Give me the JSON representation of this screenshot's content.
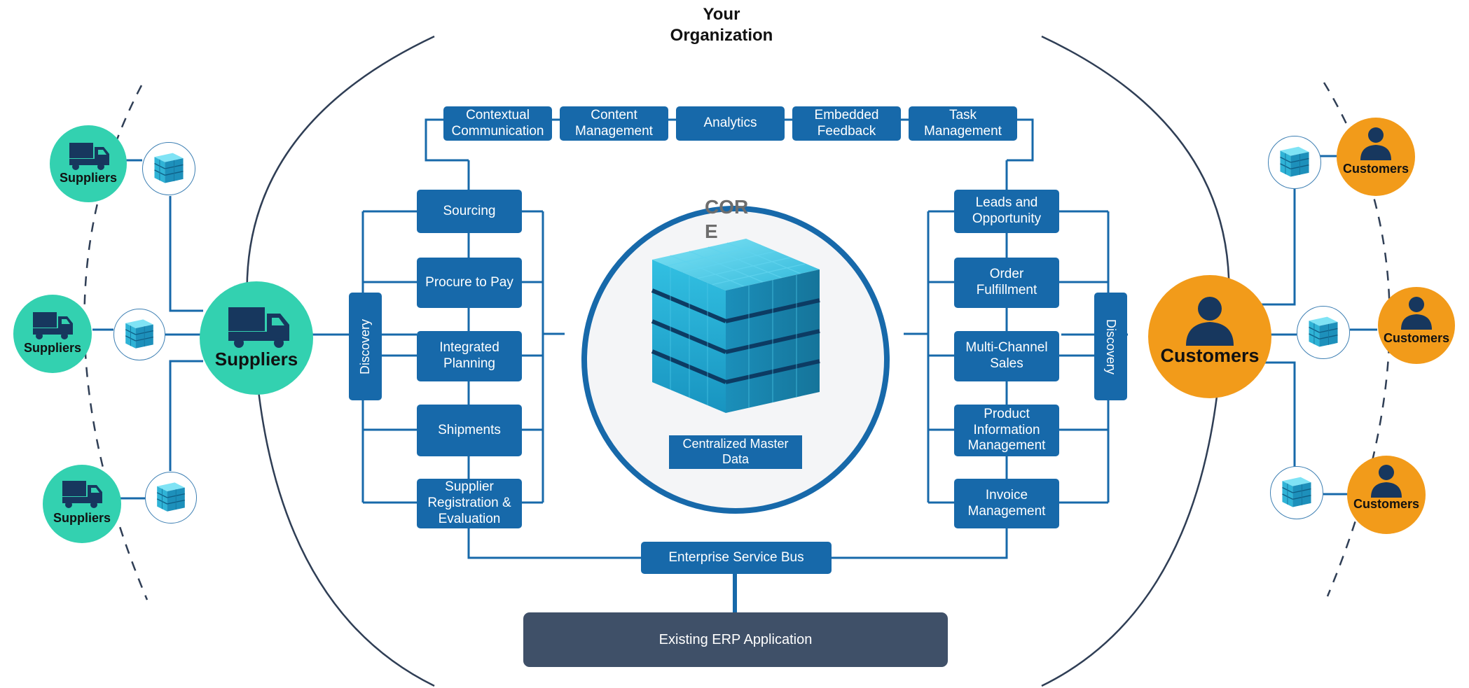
{
  "title": {
    "line1": "Your",
    "line2": "Organization"
  },
  "top_services": [
    "Contextual\nCommunication",
    "Content\nManagement",
    "Analytics",
    "Embedded\nFeedback",
    "Task\nManagement"
  ],
  "left_modules": [
    "Sourcing",
    "Procure to Pay",
    "Integrated\nPlanning",
    "Shipments",
    "Supplier\nRegistration &\nEvaluation"
  ],
  "right_modules": [
    "Leads and\nOpportunity",
    "Order\nFulfillment",
    "Multi-Channel\nSales",
    "Product\nInformation\nManagement",
    "Invoice\nManagement"
  ],
  "discovery_label": "Discovery",
  "core": {
    "label": "CORE",
    "caption": "Centralized Master\nData"
  },
  "esb_label": "Enterprise Service Bus",
  "erp_label": "Existing ERP Application",
  "suppliers": {
    "main": "Suppliers",
    "small": [
      "Suppliers",
      "Suppliers",
      "Suppliers"
    ]
  },
  "customers": {
    "main": "Customers",
    "small": [
      "Customers",
      "Customers",
      "Customers"
    ]
  },
  "icons": {
    "supplier": "truck-icon",
    "customer": "person-icon",
    "database": "database-cube-icon"
  },
  "colors": {
    "box_blue": "#1769aa",
    "supplier_green": "#33d1b0",
    "customer_orange": "#f29b1a",
    "erp_slate": "#3f5068",
    "icon_navy": "#17375e",
    "cube_cyan": "#29b6d8"
  }
}
